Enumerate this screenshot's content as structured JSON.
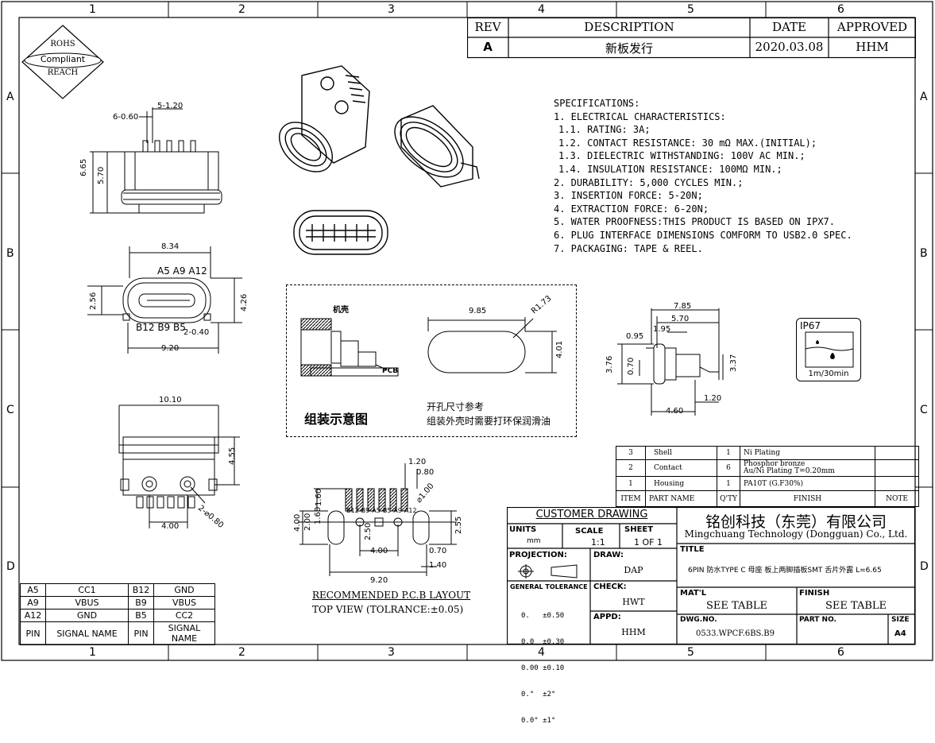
{
  "frame": {
    "columns": [
      "1",
      "2",
      "3",
      "4",
      "5",
      "6"
    ],
    "rows": [
      "A",
      "B",
      "C",
      "D"
    ]
  },
  "rev_block": {
    "headers": {
      "rev": "REV",
      "description": "DESCRIPTION",
      "date": "DATE",
      "approved": "APPROVED"
    },
    "row": {
      "rev": "A",
      "description": "新板发行",
      "date": "2020.03.08",
      "approved": "HHM"
    }
  },
  "compliance_stamp": {
    "line1": "ROHS",
    "line2": "Compliant",
    "line3": "REACH"
  },
  "specs": {
    "heading": "SPECIFICATIONS:",
    "lines": [
      "1. ELECTRICAL CHARACTERISTICS:",
      " 1.1. RATING: 3A;",
      " 1.2. CONTACT RESISTANCE: 30 mΩ MAX.(INITIAL);",
      " 1.3. DIELECTRIC WITHSTANDING: 100V AC MIN.;",
      " 1.4. INSULATION RESISTANCE: 100MΩ MIN.;",
      "2. DURABILITY: 5,000 CYCLES MIN.;",
      "3. INSERTION FORCE: 5-20N;",
      "4. EXTRACTION FORCE: 6-20N;",
      "5. WATER PROOFNESS:THIS PRODUCT IS BASED ON IPX7.",
      "6. PLUG INTERFACE DIMENSIONS COMFORM TO USB2.0 SPEC.",
      "7. PACKAGING: TAPE & REEL."
    ]
  },
  "side_view_dims": {
    "d1": "6-0.60",
    "d2": "5-1.20",
    "d3": "6.65",
    "d4": "5.70"
  },
  "front_view_dims": {
    "width": "8.34",
    "height_outer": "2.56",
    "height_inner": "4.26",
    "pin_top": "A5  A9  A12",
    "pin_bottom": "B12  B9  B5",
    "pitch": "2-0.40",
    "overall": "9.20"
  },
  "bottom_view_dims": {
    "width": "10.10",
    "height": "4.55",
    "pitch": "4.00",
    "hole": "2-⌀0.80"
  },
  "assembly_box": {
    "shell_label": "机壳",
    "pcb_label": "PCB",
    "title": "组装示意图",
    "note1": "开孔尺寸参考",
    "note2": "组装外壳时需要打环保润滑油",
    "cutout_w": "9.85",
    "cutout_r": "R1.73",
    "cutout_h": "4.01"
  },
  "profile_dims": {
    "d1": "7.85",
    "d2": "5.70",
    "d3": "1.95",
    "d4": "0.95",
    "d5": "3.76",
    "d6": "0.70",
    "d7": "3.37",
    "d8": "1.20",
    "d9": "4.60"
  },
  "ip67": {
    "title": "IP67",
    "caption": "1m/30min"
  },
  "pcb_layout": {
    "pins": [
      "B12",
      "B9",
      "A5",
      "B5",
      "A9",
      "A12"
    ],
    "d_120": "1.20",
    "d_080": "0.80",
    "d_100": "⌀1.00",
    "d_160": "1.60",
    "d_400": "4.00",
    "d_200": "2.00",
    "d_160b": "1.60",
    "d_250": "2.50",
    "d_255": "2.55",
    "d_070": "0.70",
    "d_140": "1.40",
    "d_400b": "4.00",
    "d_920": "9.20",
    "title": "RECOMMENDED P.C.B LAYOUT",
    "subtitle": "TOP VIEW (TOLRANCE:±0.05)"
  },
  "pin_table": {
    "rows": [
      [
        "A5",
        "CC1",
        "B12",
        "GND"
      ],
      [
        "A9",
        "VBUS",
        "B9",
        "VBUS"
      ],
      [
        "A12",
        "GND",
        "B5",
        "CC2"
      ]
    ],
    "header": [
      "PIN",
      "SIGNAL NAME",
      "PIN",
      "SIGNAL NAME"
    ]
  },
  "bom": {
    "rows": [
      [
        "3",
        "Shell",
        "1",
        "Ni Plating"
      ],
      [
        "2",
        "Contact",
        "6",
        "Phosphor bronze\nAu/Ni Plating T=0.20mm"
      ],
      [
        "1",
        "Housing",
        "1",
        "PA10T (G.F30%)"
      ]
    ],
    "header": [
      "ITEM",
      "PART NAME",
      "Q'TY",
      "FINISH",
      "NOTE"
    ]
  },
  "title_block": {
    "customer_drawing": "CUSTOMER DRAWING",
    "company_cn": "铭创科技（东莞）有限公司",
    "company_en": "Mingchuang Technology (Dongguan) Co., Ltd.",
    "units_label": "UNITS",
    "units_value": "mm",
    "scale_label": "SCALE",
    "scale_value": "1:1",
    "sheet_label": "SHEET",
    "sheet_value": "1 OF 1",
    "title_label": "TITLE",
    "title_value": "6PIN 防水TYPE C 母座 板上两脚插板SMT 舌片外露 L=6.65",
    "projection_label": "PROJECTION:",
    "draw_label": "DRAW:",
    "draw_value": "DAP",
    "tolerance_label": "GENERAL TOLERANCE",
    "tol_lines": [
      "0.   ±0.50",
      "0.0  ±0.30",
      "0.00 ±0.10",
      "0.°  ±2°",
      "0.0° ±1°"
    ],
    "check_label": "CHECK:",
    "check_value": "HWT",
    "appd_label": "APPD:",
    "appd_value": "HHM",
    "mat_label": "MAT'L",
    "mat_value": "SEE TABLE",
    "finish_label": "FINISH",
    "finish_value": "SEE TABLE",
    "dwg_label": "DWG.NO.",
    "dwg_value": "0533.WPCF.6BS.B9",
    "part_label": "PART NO.",
    "part_value": "",
    "size_label": "SIZE",
    "size_value": "A4"
  }
}
